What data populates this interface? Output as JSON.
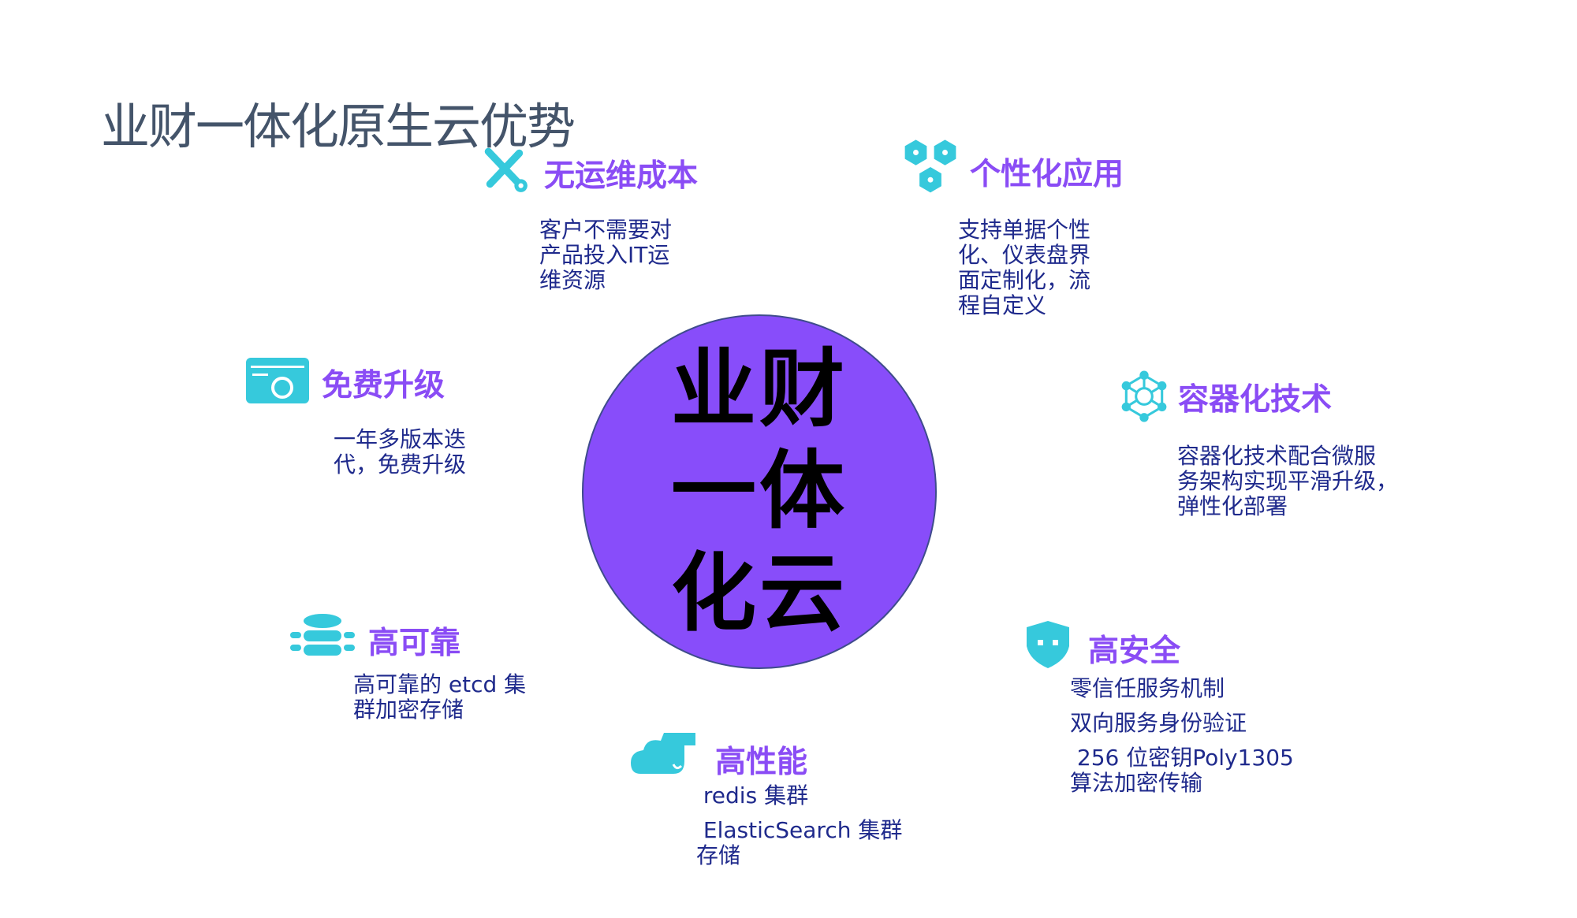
{
  "title": "业财一体化原生云优势",
  "center": "业财一体化云",
  "items": [
    {
      "icon": "wrench-screwdriver-icon",
      "heading": "无运维成本",
      "desc": "客户不需要对\n产品投入IT运\n维资源"
    },
    {
      "icon": "hexagons-icon",
      "heading": "个性化应用",
      "desc": "支持单据个性\n化、仪表盘界\n面定制化，流\n程自定义"
    },
    {
      "icon": "browser-refresh-icon",
      "heading": "免费升级",
      "desc": "一年多版本迭\n代，免费升级"
    },
    {
      "icon": "network-hub-icon",
      "heading": "容器化技术",
      "desc": "容器化技术配合微服\n务架构实现平滑升级，\n弹性化部署"
    },
    {
      "icon": "database-icon",
      "heading": "高可靠",
      "desc": "高可靠的 etcd 集\n群加密存储"
    },
    {
      "icon": "shield-icon",
      "heading": "高安全",
      "lines": [
        "零信任服务机制",
        "双向服务身份验证",
        " 256 位密钥Poly1305\n算法加密传输"
      ]
    },
    {
      "icon": "cloud-icon",
      "heading": "高性能",
      "lines": [
        " redis 集群",
        " ElasticSearch 集群\n存储"
      ]
    }
  ],
  "colors": {
    "accent": "#8a4cf5",
    "icon": "#36c9dc",
    "circle": "#884dfa",
    "text": "#1f2a8c"
  }
}
